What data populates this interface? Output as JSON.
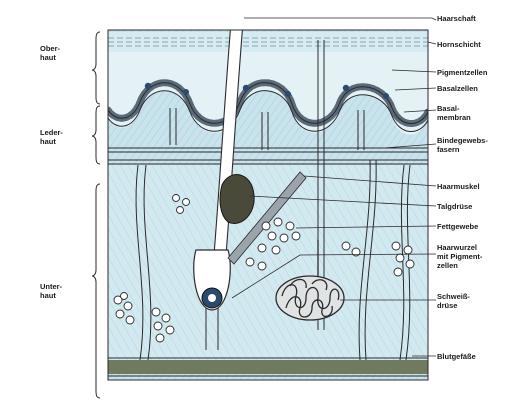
{
  "layers": {
    "oberhaut": "Ober-\nhaut",
    "lederhaut": "Leder-\nhaut",
    "unterhaut": "Unter-\nhaut"
  },
  "labels": [
    {
      "key": "haarschaft",
      "text": "Haarschaft"
    },
    {
      "key": "hornschicht",
      "text": "Hornschicht"
    },
    {
      "key": "pigmentzellen",
      "text": "Pigmentzellen"
    },
    {
      "key": "basalzellen",
      "text": "Basalzellen"
    },
    {
      "key": "basalmembran",
      "text": "Basal-\nmembran"
    },
    {
      "key": "bindegewebsfasern",
      "text": "Bindegewebs-\nfasern"
    },
    {
      "key": "haarmuskel",
      "text": "Haarmuskel"
    },
    {
      "key": "talgdruese",
      "text": "Talgdrüse"
    },
    {
      "key": "fettgewebe",
      "text": "Fettgewebe"
    },
    {
      "key": "haarwurzel",
      "text": "Haarwurzel\nmit Pigment-\nzellen"
    },
    {
      "key": "schweissdruese",
      "text": "Schweiß-\ndrüse"
    },
    {
      "key": "blutgefaesse",
      "text": "Blutgefäße"
    }
  ],
  "colors": {
    "skin_blue": "#cfe6ee",
    "dermis_blue": "#bcdbe6",
    "line": "#2a2a2a",
    "pigment": "#2c4a6e",
    "gland": "#3a3a3a",
    "fiber": "#7fb3c6"
  }
}
